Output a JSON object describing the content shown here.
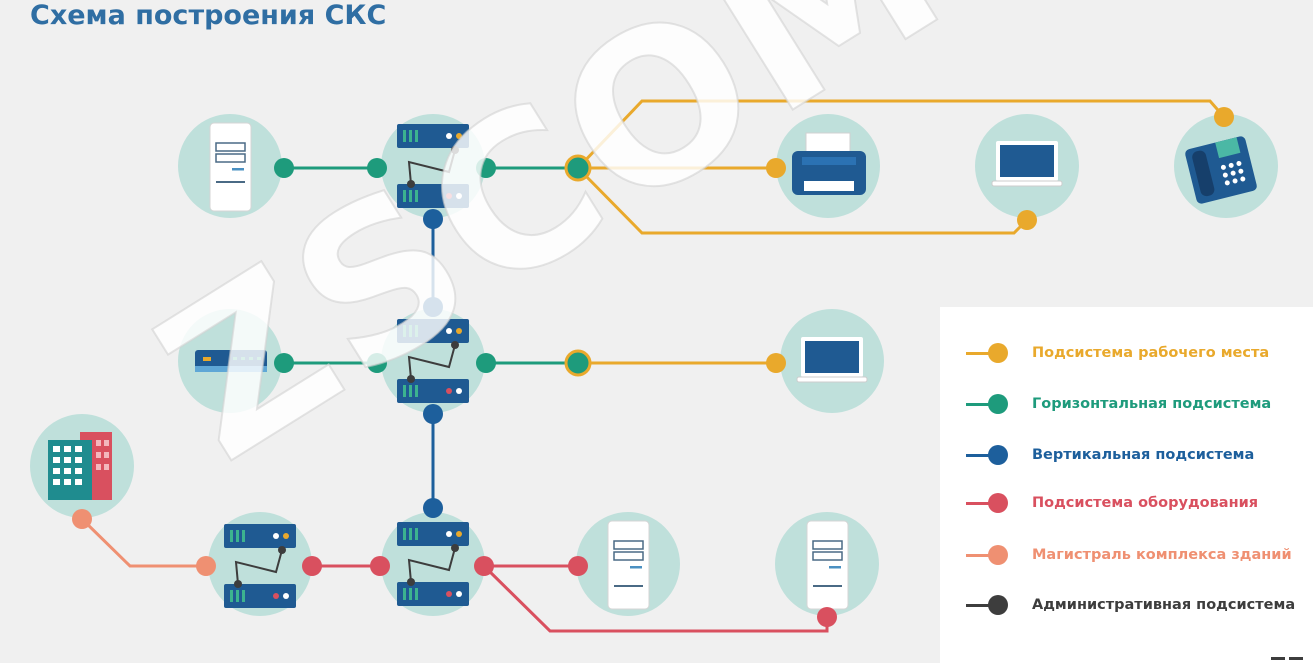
{
  "title": "Схема построения СКС",
  "watermark": "ZSCOMP.RU",
  "colors": {
    "workplace": "#e9a92c",
    "horizontal": "#1e9b7c",
    "vertical": "#1d5f9c",
    "equipment": "#d9505f",
    "campus": "#ef9072",
    "admin": "#3d3d3d",
    "circle": "#bfe0db",
    "device_blue": "#1f5a92",
    "title": "#2f6ea3"
  },
  "legend": [
    {
      "label": "Подсистема рабочего места",
      "color": "#e9a92c"
    },
    {
      "label": "Горизонтальная подсистема",
      "color": "#1e9b7c"
    },
    {
      "label": "Вертикальная подсистема",
      "color": "#1d5f9c"
    },
    {
      "label": "Подсистема оборудования",
      "color": "#d9505f"
    },
    {
      "label": "Магистраль комплекса зданий",
      "color": "#ef9072"
    },
    {
      "label": "Административная подсистема",
      "color": "#3d3d3d"
    }
  ],
  "nodes": [
    {
      "name": "server-top",
      "icon": "server-icon"
    },
    {
      "name": "patch-panel-top",
      "icon": "patch-panel-icon"
    },
    {
      "name": "printer",
      "icon": "printer-icon"
    },
    {
      "name": "laptop-top",
      "icon": "laptop-icon"
    },
    {
      "name": "phone",
      "icon": "phone-icon"
    },
    {
      "name": "modem-middle",
      "icon": "modem-icon"
    },
    {
      "name": "patch-panel-middle",
      "icon": "patch-panel-icon"
    },
    {
      "name": "laptop-middle",
      "icon": "laptop-icon"
    },
    {
      "name": "building",
      "icon": "building-icon"
    },
    {
      "name": "patch-panel-bottom-left",
      "icon": "patch-panel-icon"
    },
    {
      "name": "patch-panel-bottom-center",
      "icon": "patch-panel-icon"
    },
    {
      "name": "server-bottom-1",
      "icon": "server-icon"
    },
    {
      "name": "server-bottom-2",
      "icon": "server-icon"
    }
  ]
}
